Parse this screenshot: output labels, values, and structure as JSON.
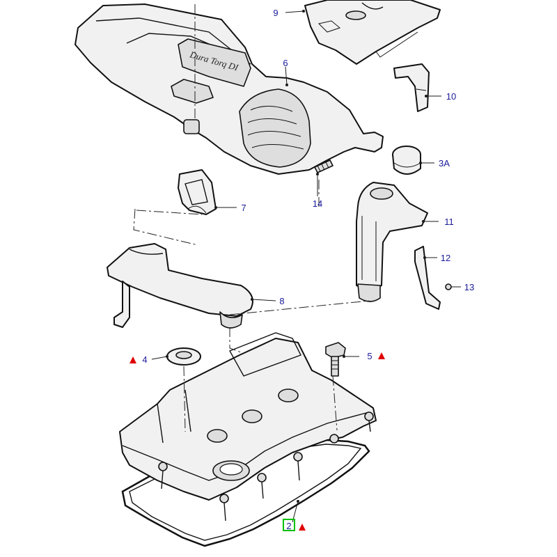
{
  "diagram": {
    "logo_text": "Dura Torq DI",
    "accent_color": "#1a1a9a",
    "warning_color": "#e00000",
    "highlight_color": "#00c000",
    "callouts": [
      {
        "id": "9",
        "label": "9"
      },
      {
        "id": "6",
        "label": "6"
      },
      {
        "id": "10",
        "label": "10"
      },
      {
        "id": "3A",
        "label": "3A"
      },
      {
        "id": "14",
        "label": "14"
      },
      {
        "id": "7",
        "label": "7"
      },
      {
        "id": "11",
        "label": "11"
      },
      {
        "id": "12",
        "label": "12"
      },
      {
        "id": "13",
        "label": "13"
      },
      {
        "id": "8",
        "label": "8"
      },
      {
        "id": "4",
        "label": "4"
      },
      {
        "id": "5",
        "label": "5"
      },
      {
        "id": "2",
        "label": "2"
      }
    ],
    "warning_icons": [
      "warning-triangle-icon",
      "warning-triangle-icon",
      "warning-triangle-icon"
    ]
  }
}
